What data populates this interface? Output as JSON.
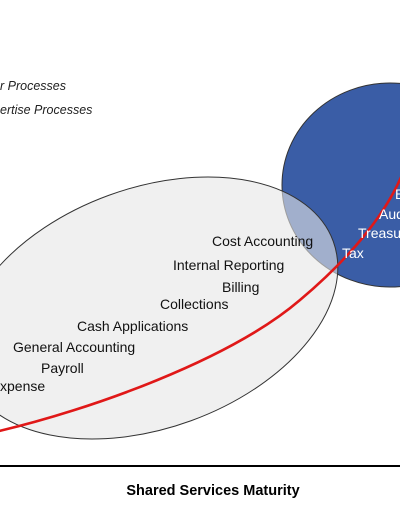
{
  "legend": {
    "transaction_processes": "r Processes",
    "expertise_processes": "ertise Processes"
  },
  "transactional_processes": [
    "Cost Accounting",
    "Internal Reporting",
    "Billing",
    "Collections",
    "Cash Applications",
    "General Accounting",
    "Payroll",
    "xpense"
  ],
  "expertise_processes": [
    "B",
    "Aud",
    "Treasu",
    "Tax"
  ],
  "axis": {
    "x_label": "Shared Services Maturity"
  },
  "colors": {
    "transactional_ellipse": "#ebebeb",
    "expertise_ellipse": "#3a5da6",
    "maturity_curve": "#e01818"
  }
}
